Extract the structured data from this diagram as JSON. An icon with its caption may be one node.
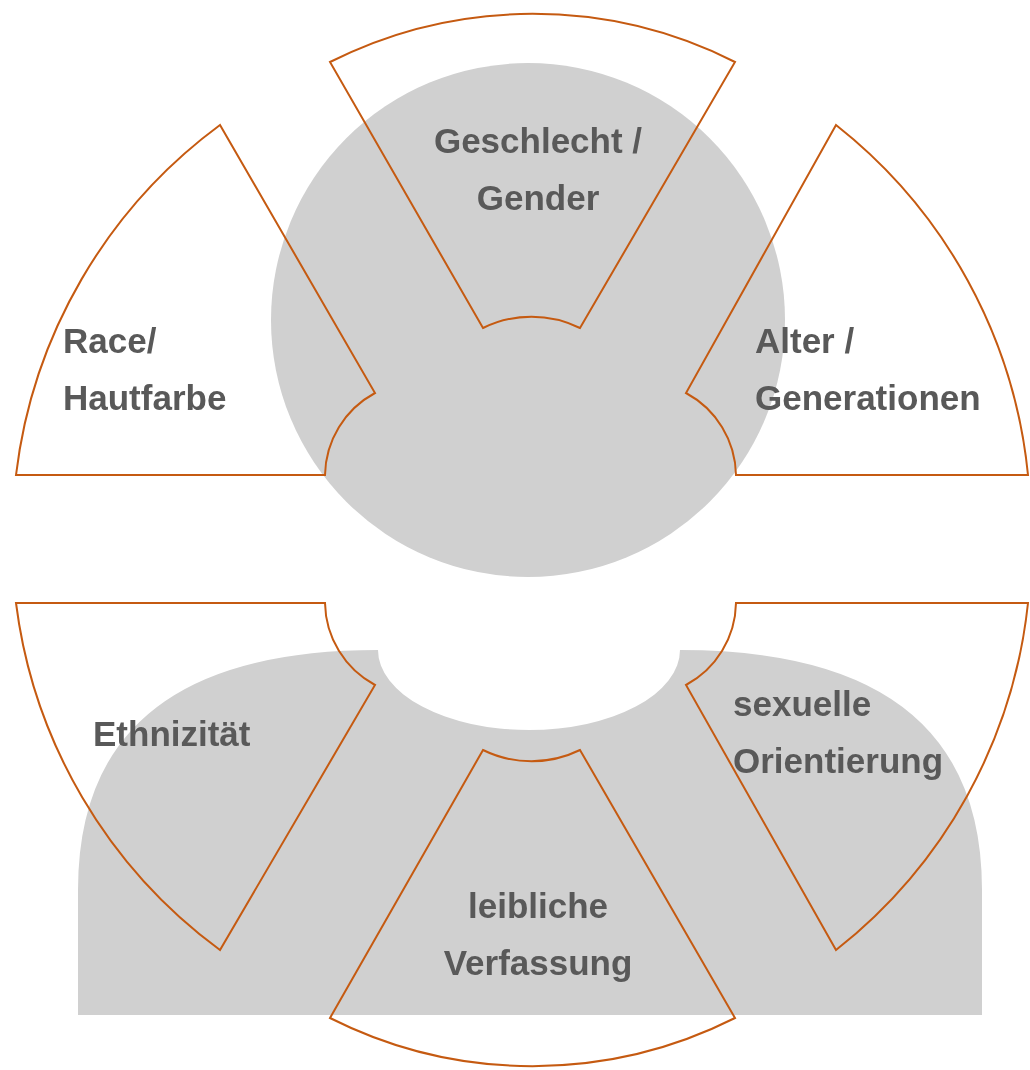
{
  "diagram": {
    "nodes": [
      {
        "text": [
          "Geschlecht / Gender"
        ]
      },
      {
        "text": [
          "Race/ Hautfarbe"
        ]
      },
      {
        "text": [
          "Alter / Generationen"
        ]
      },
      {
        "text": [
          "Ethnizität"
        ]
      },
      {
        "text": [
          "sexuelle Orientierung"
        ]
      },
      {
        "text": [
          "leibliche Verfassung"
        ]
      }
    ]
  }
}
